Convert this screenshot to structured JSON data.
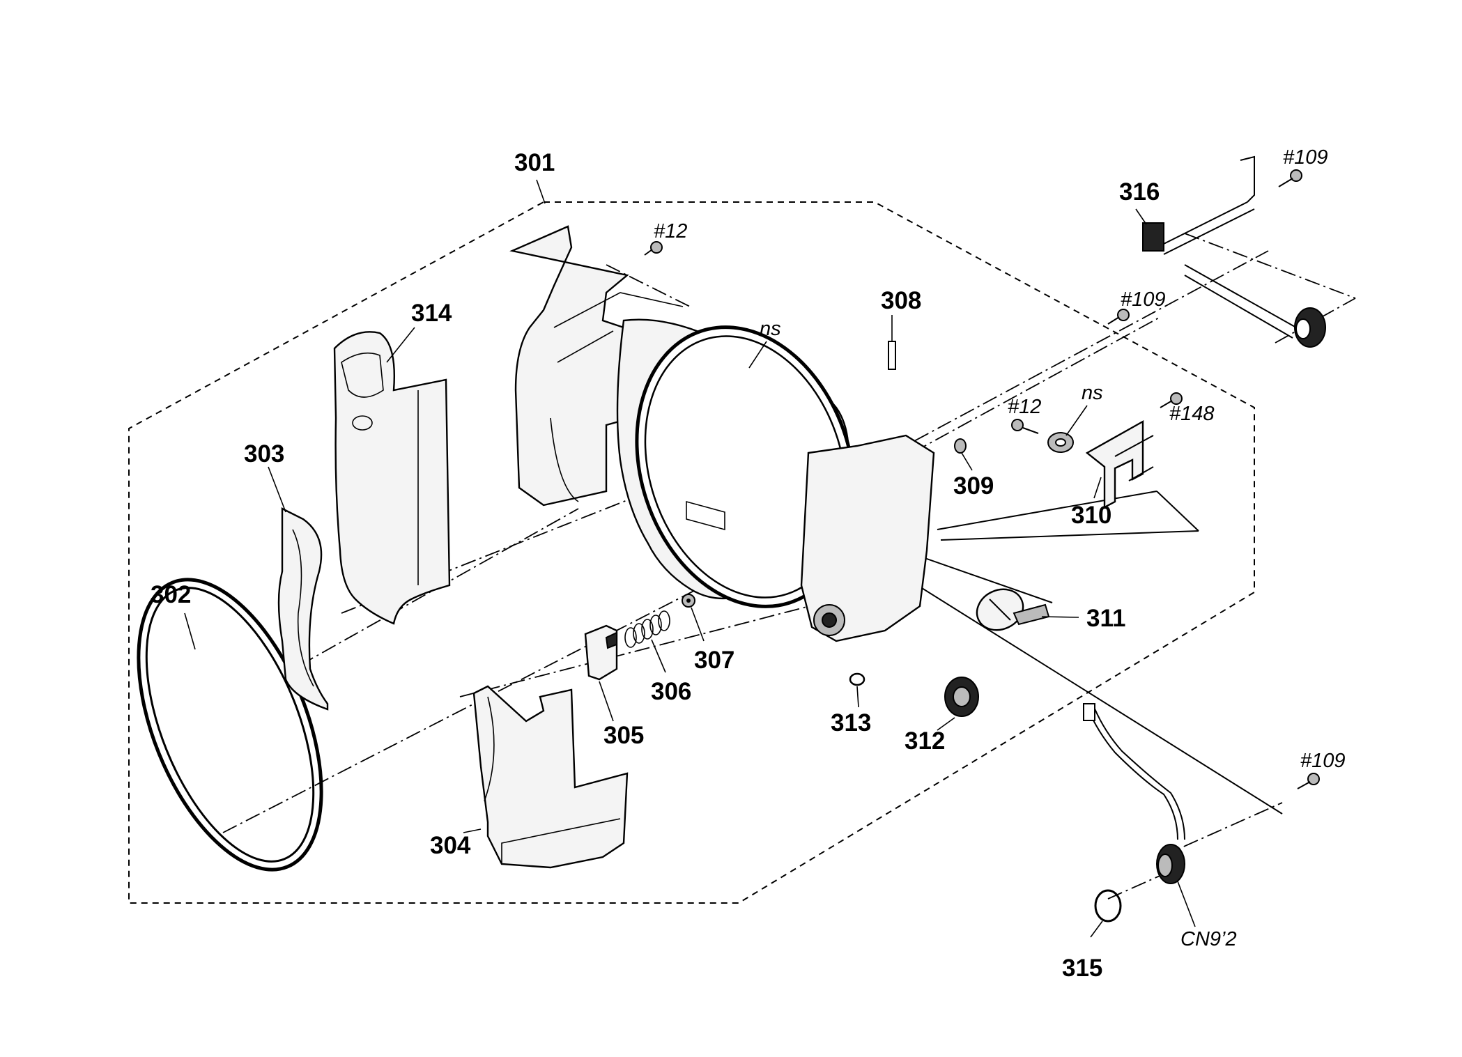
{
  "callouts": {
    "p301": "301",
    "p302": "302",
    "p303": "303",
    "p304": "304",
    "p305": "305",
    "p306": "306",
    "p307": "307",
    "p308": "308",
    "p309": "309",
    "p310": "310",
    "p311": "311",
    "p312": "312",
    "p313": "313",
    "p314": "314",
    "p315": "315",
    "p316": "316"
  },
  "references": {
    "s109_top": "#109",
    "s109_mid": "#109",
    "s109_bottom": "#109",
    "s12_top": "#12",
    "s12_right": "#12",
    "s148": "#148",
    "ns_frame": "ns",
    "ns_bracket": "ns",
    "connector": "CN9’2"
  }
}
